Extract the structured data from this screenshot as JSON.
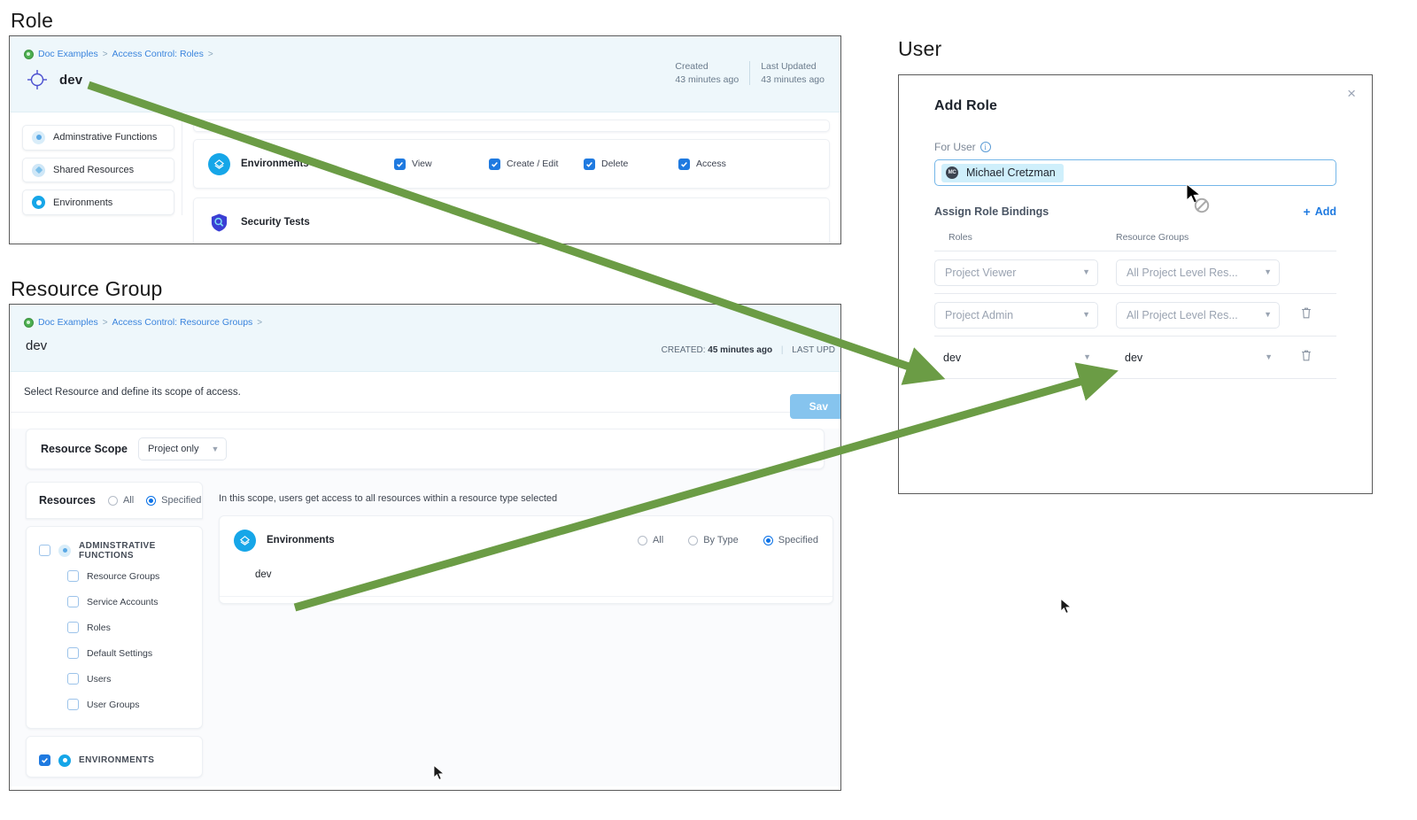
{
  "sections": {
    "role_caption": "Role",
    "resource_group_caption": "Resource Group",
    "user_caption": "User"
  },
  "role_panel": {
    "breadcrumb": {
      "root": "Doc Examples",
      "sep1": ">",
      "level2": "Access Control: Roles",
      "sep2": ">"
    },
    "title": "dev",
    "meta": [
      {
        "label": "Created",
        "value": "43 minutes ago"
      },
      {
        "label": "Last Updated",
        "value": "43 minutes ago"
      }
    ],
    "sidebar": [
      {
        "label": "Adminstrative Functions",
        "icon": "circle-dot-icon",
        "color": "#d9edf9",
        "dot": "#5aa9e6"
      },
      {
        "label": "Shared Resources",
        "icon": "circle-diamond-icon",
        "color": "#cfe7f7",
        "dot": "#7cc0ea"
      },
      {
        "label": "Environments",
        "icon": "circle-layers-icon",
        "color": "#16a6e8",
        "dot": "#ffffff"
      }
    ],
    "permissions": [
      {
        "name": "Environments",
        "icon": "layers-icon",
        "options": [
          {
            "label": "View",
            "checked": true
          },
          {
            "label": "Create / Edit",
            "checked": true
          },
          {
            "label": "Delete",
            "checked": true
          },
          {
            "label": "Access",
            "checked": true
          }
        ]
      },
      {
        "name": "Security Tests",
        "icon": "shield-icon",
        "options": []
      }
    ]
  },
  "resource_group_panel": {
    "breadcrumb": {
      "root": "Doc Examples",
      "sep1": ">",
      "level2": "Access Control: Resource Groups",
      "sep2": ">"
    },
    "title": "dev",
    "meta": {
      "created_label": "CREATED:",
      "created_value": "45 minutes ago",
      "last_updated_label": "LAST UPD"
    },
    "subbar_text": "Select Resource and define its scope of access.",
    "save_label": "Sav",
    "scope": {
      "label": "Resource Scope",
      "value": "Project only"
    },
    "resources": {
      "title": "Resources",
      "options": [
        {
          "label": "All",
          "selected": false
        },
        {
          "label": "Specified",
          "selected": true
        }
      ],
      "groups": [
        {
          "label": "ADMINSTRATIVE FUNCTIONS",
          "checked": false,
          "icon": "circle-dot-icon",
          "children": [
            {
              "label": "Resource Groups",
              "checked": false
            },
            {
              "label": "Service Accounts",
              "checked": false
            },
            {
              "label": "Roles",
              "checked": false
            },
            {
              "label": "Default Settings",
              "checked": false
            },
            {
              "label": "Users",
              "checked": false
            },
            {
              "label": "User Groups",
              "checked": false
            }
          ]
        },
        {
          "label": "ENVIRONMENTS",
          "checked": true,
          "icon": "circle-layers-icon",
          "children": []
        }
      ]
    },
    "scope_pane": {
      "note": "In this scope, users get access to all resources within a resource type selected",
      "card": {
        "name": "Environments",
        "icon": "layers-icon",
        "options": [
          {
            "label": "All",
            "selected": false
          },
          {
            "label": "By Type",
            "selected": false
          },
          {
            "label": "Specified",
            "selected": true
          }
        ],
        "items": [
          "dev"
        ]
      }
    }
  },
  "user_panel": {
    "dialog_title": "Add Role",
    "close_label": "×",
    "for_user_label": "For User",
    "user_chip": {
      "name": "Michael Cretzman",
      "initials": "MC"
    },
    "bindings_title": "Assign Role Bindings",
    "add_label": "Add",
    "add_plus": "+",
    "columns": {
      "roles": "Roles",
      "resource_groups": "Resource Groups"
    },
    "rows": [
      {
        "role": "Project Viewer",
        "resource_group": "All Project Level Res...",
        "style": "placeholder",
        "deletable": false
      },
      {
        "role": "Project Admin",
        "resource_group": "All Project Level Res...",
        "style": "placeholder",
        "deletable": true
      },
      {
        "role": "dev",
        "resource_group": "dev",
        "style": "value",
        "deletable": true
      }
    ]
  },
  "colors": {
    "accent_blue": "#1f7ae0",
    "arrow_green": "#6b9c45",
    "header_band": "#eef7fb",
    "chip_bg": "#cfeffb",
    "save_btn": "#86c4ee"
  }
}
